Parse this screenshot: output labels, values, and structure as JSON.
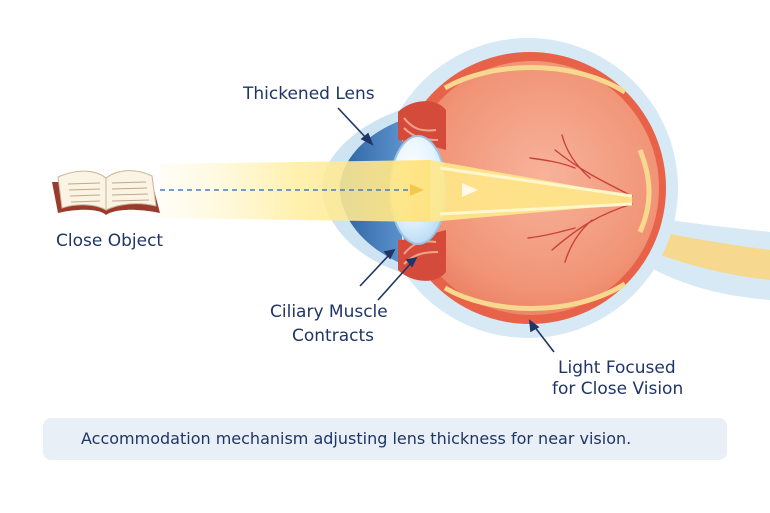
{
  "labels": {
    "thickened_lens": "Thickened Lens",
    "close_object": "Close Object",
    "ciliary_line1": "Ciliary Muscle",
    "ciliary_line2": "Contracts",
    "focused_line1": "Light Focused",
    "focused_line2": "for Close Vision"
  },
  "caption": "Accommodation mechanism adjusting lens thickness for near vision.",
  "icons": [
    "open-book-icon",
    "eye-cross-section"
  ],
  "colors": {
    "label_text": "#1f3566",
    "sclera_outer": "#d7e9f4",
    "choroid": "#e8624a",
    "retina": "#f29a7e",
    "cornea_iris": "#3f77b5",
    "lens": "#dcefff",
    "light_beam": "#ffe88a",
    "caption_bg": "#e9eff6"
  }
}
